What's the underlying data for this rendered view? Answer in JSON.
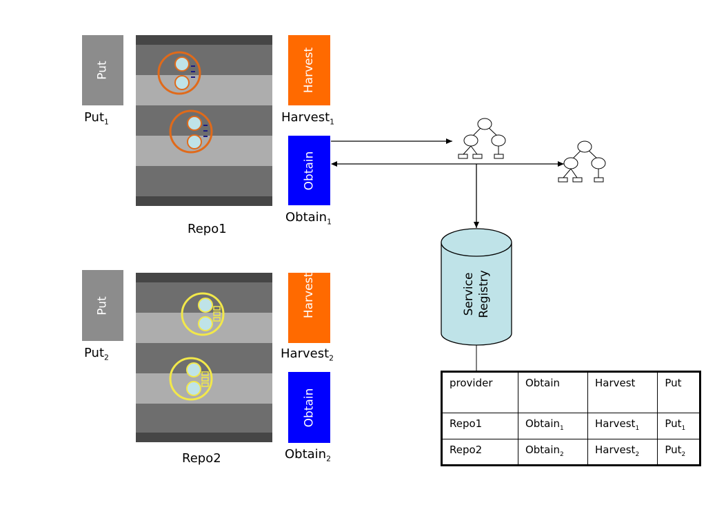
{
  "repos": [
    {
      "name": "Repo1",
      "put": {
        "button_label": "Put",
        "caption": "Put",
        "sub": "1"
      },
      "harvest": {
        "button_label": "Harvest",
        "caption": "Harvest",
        "sub": "1"
      },
      "obtain": {
        "button_label": "Obtain",
        "caption": "Obtain",
        "sub": "1"
      }
    },
    {
      "name": "Repo2",
      "put": {
        "button_label": "Put",
        "caption": "Put",
        "sub": "2"
      },
      "harvest": {
        "button_label": "Harvest",
        "caption": "Harvest",
        "sub": "2"
      },
      "obtain": {
        "button_label": "Obtain",
        "caption": "Obtain",
        "sub": "2"
      }
    }
  ],
  "registry": {
    "label_line1": "Service",
    "label_line2": "Registry"
  },
  "table": {
    "headers": [
      "provider",
      "Obtain",
      "Harvest",
      "Put"
    ],
    "rows": [
      {
        "provider": "Repo1",
        "obtain": "Obtain",
        "obtain_sub": "1",
        "harvest": "Harvest",
        "harvest_sub": "1",
        "put": "Put",
        "put_sub": "1"
      },
      {
        "provider": "Repo2",
        "obtain": "Obtain",
        "obtain_sub": "2",
        "harvest": "Harvest",
        "harvest_sub": "2",
        "put": "Put",
        "put_sub": "2"
      }
    ]
  },
  "colors": {
    "put": "#8c8c8c",
    "harvest": "#ff6a00",
    "obtain": "#0000ff",
    "repo1_component": "#e06a1a",
    "repo2_component": "#f2e84a",
    "cylinder": "#bfe3e8"
  }
}
